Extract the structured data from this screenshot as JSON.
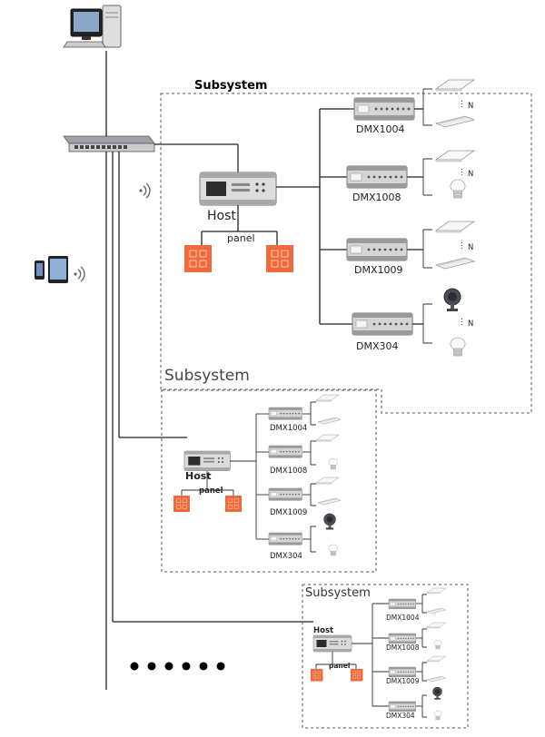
{
  "diagram": {
    "subsystems": [
      {
        "title": "Subsystem",
        "host_label": "Host",
        "panel_label": "panel",
        "controllers": [
          {
            "label": "DMX1004"
          },
          {
            "label": "DMX1008"
          },
          {
            "label": "DMX1009"
          },
          {
            "label": "DMX304"
          }
        ],
        "n_labels": [
          "N",
          "N",
          "N",
          "N"
        ]
      },
      {
        "title": "Subsystem",
        "host_label": "Host",
        "panel_label": "panel",
        "controllers": [
          {
            "label": "DMX1004"
          },
          {
            "label": "DMX1008"
          },
          {
            "label": "DMX1009"
          },
          {
            "label": "DMX304"
          }
        ]
      },
      {
        "title": "Subsystem",
        "host_label": "Host",
        "panel_label": "panel",
        "controllers": [
          {
            "label": "DMX1004"
          },
          {
            "label": "DMX1008"
          },
          {
            "label": "DMX1009"
          },
          {
            "label": "DMX304"
          }
        ]
      }
    ],
    "colors": {
      "panel": "#f26a3a",
      "line": "#222222",
      "box_border": "#555555",
      "device_body": "#d8d8d8"
    },
    "icons": [
      "computer-icon",
      "network-switch-icon",
      "wifi-icon",
      "phone-icon",
      "tablet-icon",
      "ceiling-panel-light-icon",
      "linear-light-icon",
      "bulb-icon",
      "spotlight-icon"
    ]
  }
}
